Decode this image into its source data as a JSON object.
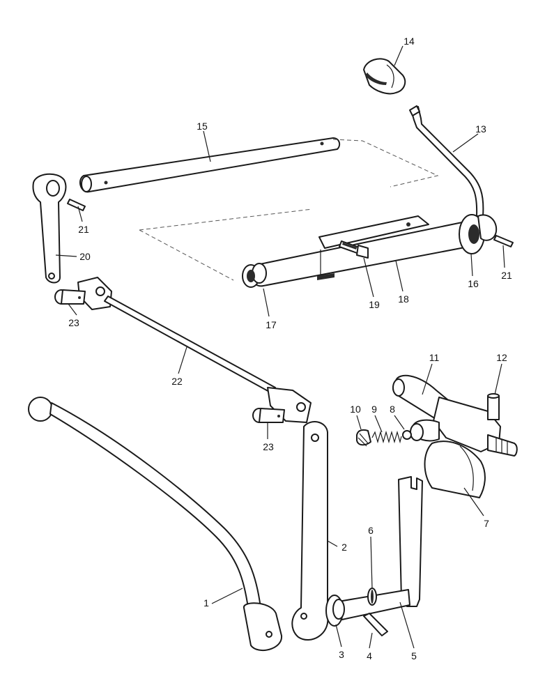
{
  "labels": {
    "p1": "1",
    "p2": "2",
    "p3": "3",
    "p4": "4",
    "p5": "5",
    "p6": "6",
    "p7": "7",
    "p8": "8",
    "p9": "9",
    "p10": "10",
    "p11": "11",
    "p12": "12",
    "p13": "13",
    "p14": "14",
    "p15": "15",
    "p16": "16",
    "p17": "17",
    "p18": "18",
    "p19": "19",
    "p20": "20",
    "p21a": "21",
    "p21b": "21",
    "p22": "22",
    "p23a": "23",
    "p23b": "23"
  }
}
